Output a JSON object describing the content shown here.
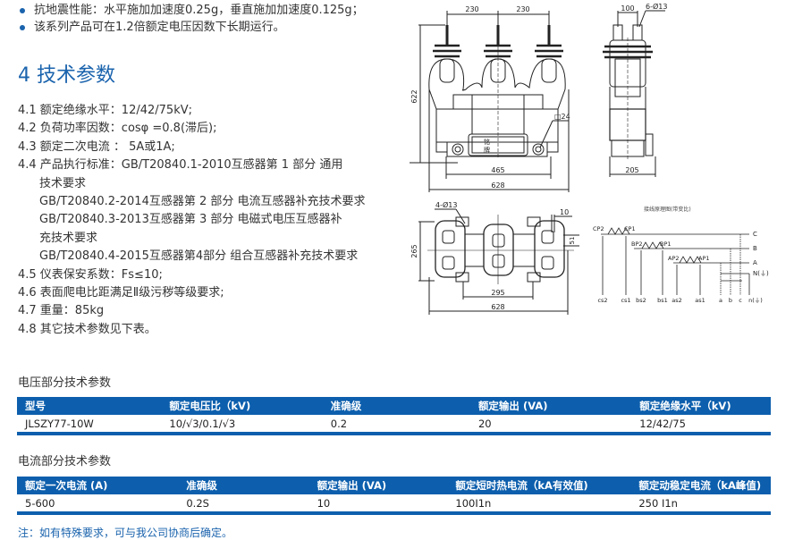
{
  "bullets": [
    "抗地震性能：水平施加加速度0.25g，垂直施加加速度0.125g；",
    "该系列产品可在1.2倍额定电压因数下长期运行。"
  ],
  "section": {
    "number": "4",
    "title": "4 技术参数"
  },
  "specs": [
    {
      "text": "4.1 额定绝缘水平：12/42/75kV;",
      "indent": false
    },
    {
      "text": "4.2 负荷功率因数：cosφ =0.8(滞后);",
      "indent": false
    },
    {
      "text": "4.3 额定二次电流 ： 5A或1A;",
      "indent": false
    },
    {
      "text": "4.4 产品执行标准：GB/T20840.1-2010互感器第 1 部分 通用",
      "indent": false
    },
    {
      "text": "技术要求",
      "indent": true
    },
    {
      "text": "GB/T20840.2-2014互感器第 2 部分 电流互感器补充技术要求",
      "indent": true
    },
    {
      "text": "GB/T20840.3-2013互感器第 3 部分 电磁式电压互感器补",
      "indent": true
    },
    {
      "text": "充技术要求",
      "indent": true
    },
    {
      "text": "GB/T20840.4-2015互感器第4部分 组合互感器补充技术要求",
      "indent": true
    },
    {
      "text": "4.5 仪表保安系数：Fs≤10;",
      "indent": false
    },
    {
      "text": "4.6 表面爬电比距满足Ⅱ级污秽等级要求;",
      "indent": false
    },
    {
      "text": "4.7 重量：85kg",
      "indent": false
    },
    {
      "text": "4.8 其它技术参数见下表。",
      "indent": false
    }
  ],
  "voltage_table": {
    "caption": "电压部分技术参数",
    "headers": [
      "型号",
      "额定电压比（kV)",
      "准确级",
      "额定输出 (VA)",
      "额定绝缘水平（kV)"
    ],
    "rows": [
      [
        "JLSZY77-10W",
        "10/√3/0.1/√3",
        "0.2",
        "20",
        "12/42/75"
      ]
    ]
  },
  "current_table": {
    "caption": "电流部分技术参数",
    "headers": [
      "额定一次电流 (A)",
      "准确级",
      "额定输出 (VA)",
      "额定短时热电流（kA有效值)",
      "额定动稳定电流（kA峰值)"
    ],
    "rows": [
      [
        "5-600",
        "0.2S",
        "10",
        "100I1n",
        "250 I1n"
      ]
    ]
  },
  "note": "注：如有特殊要求，可与我公司协商后确定。",
  "drawings": {
    "front_view": {
      "dims": {
        "pitch_left": "230",
        "pitch_right": "230",
        "height": "622",
        "hole": "□24",
        "base_width": "465",
        "overall_width": "628",
        "nameplate": "铭牌"
      }
    },
    "side_view": {
      "dims": {
        "terminal_spacing": "100",
        "holes": "6-Ø13",
        "width": "205"
      }
    },
    "top_view": {
      "dims": {
        "holes": "4-Ø13",
        "depth": "265",
        "slot": "10",
        "slot_h": "51",
        "mount_spacing": "295",
        "overall_width": "628"
      }
    },
    "wiring_diagram": {
      "title": "接线原理图(带变比)",
      "primary_labels": [
        "CP2",
        "CP1",
        "BP2",
        "BP1",
        "AP2",
        "AP1"
      ],
      "bus_labels": [
        "C",
        "B",
        "A",
        "N(⏚)"
      ],
      "secondary_labels": [
        "cs2",
        "cs1",
        "bs2",
        "bs1",
        "as2",
        "as1",
        "a",
        "b",
        "c",
        "n(⏚)"
      ]
    }
  },
  "colors": {
    "accent": "#1a63ad",
    "table_header": "#0d5fad",
    "text": "#333333"
  }
}
